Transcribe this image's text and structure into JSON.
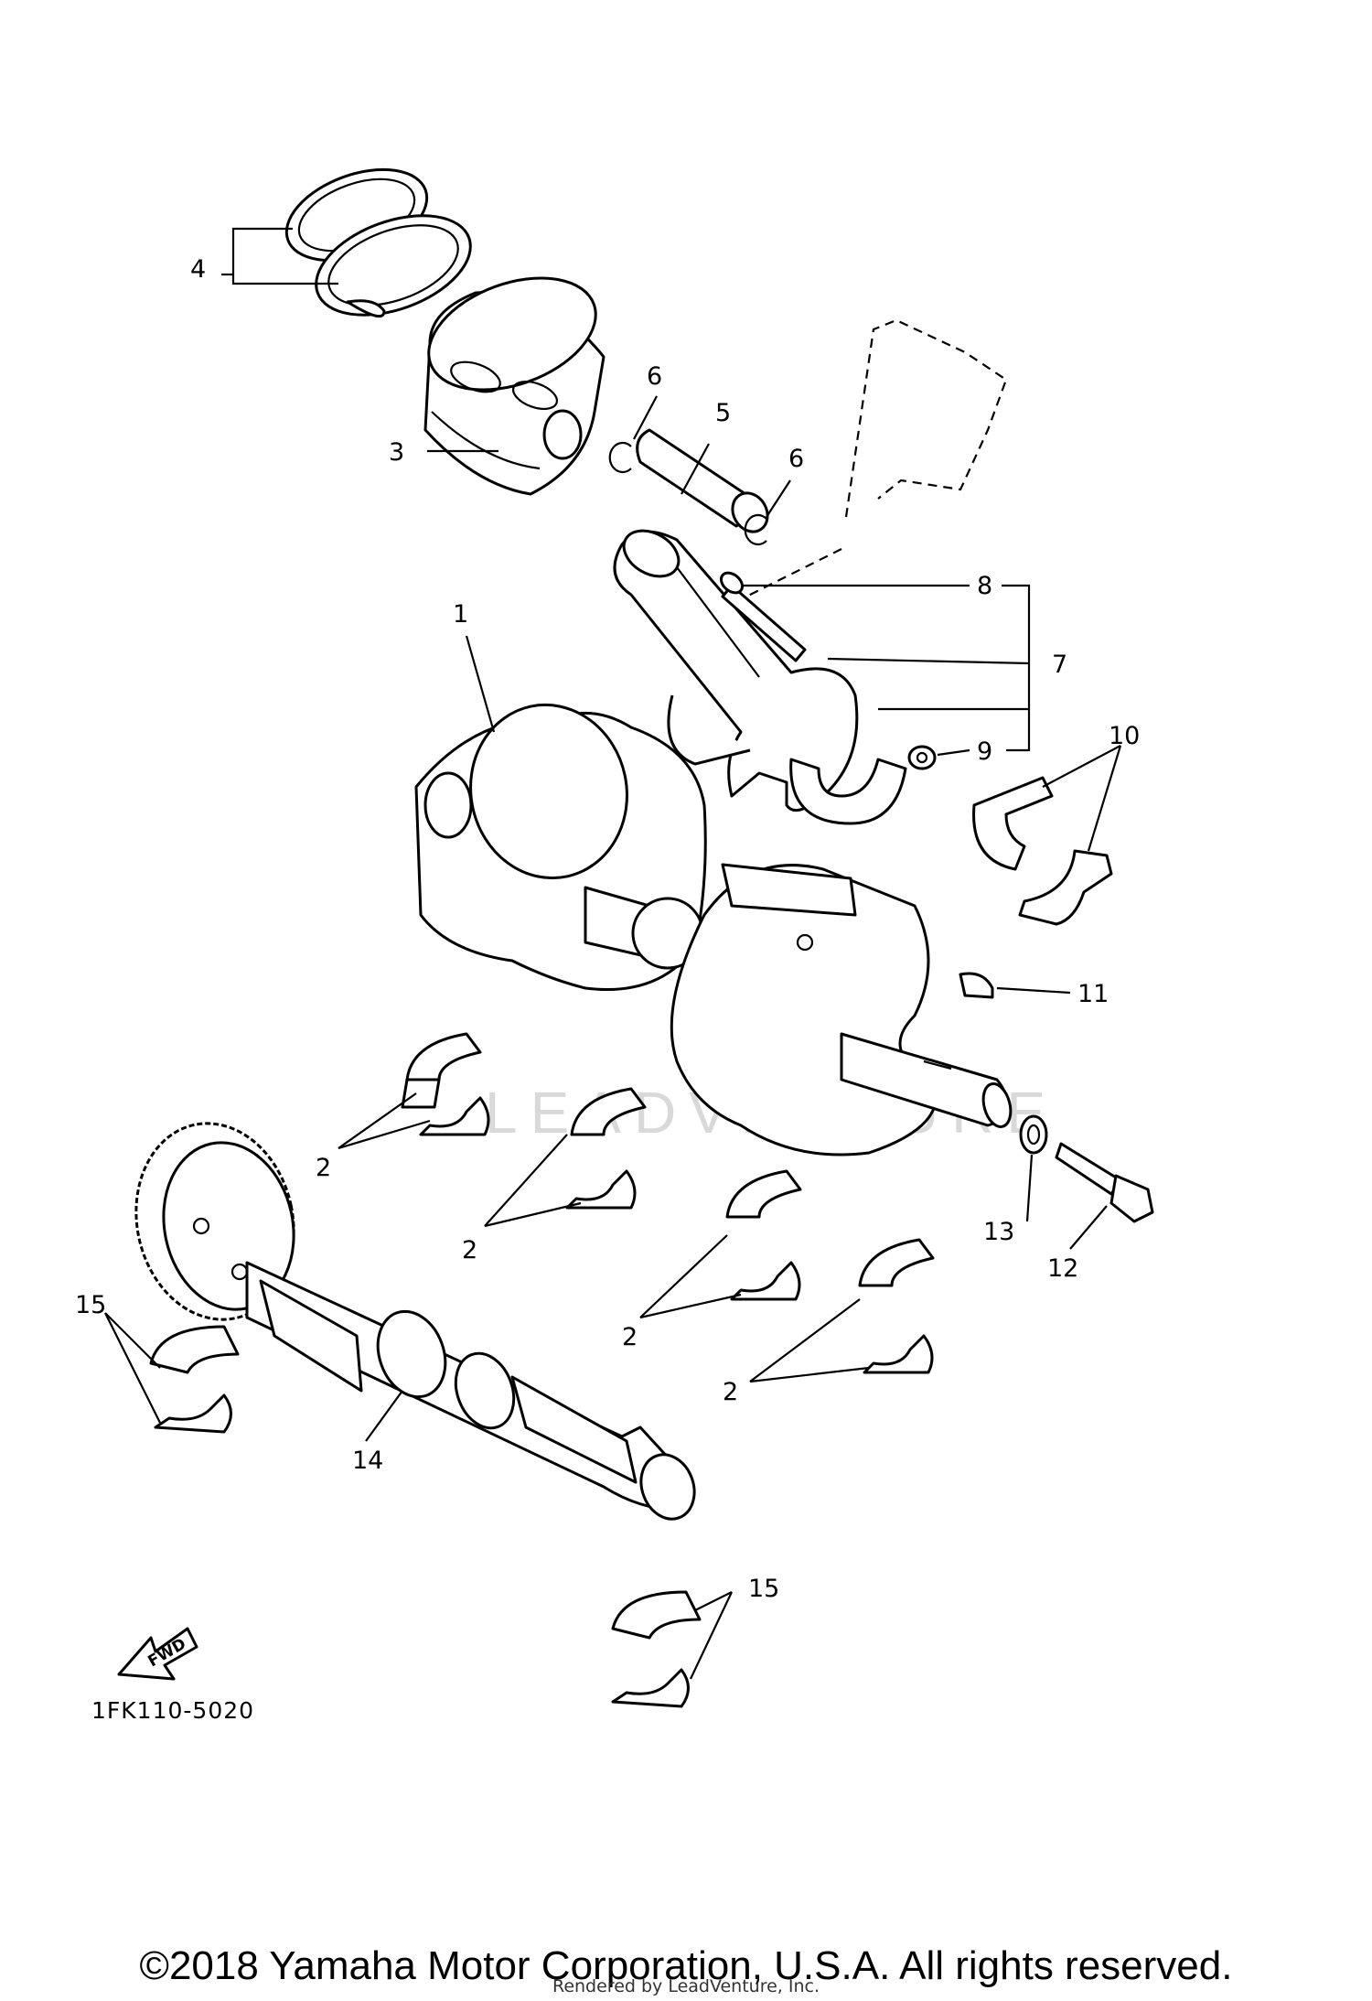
{
  "diagram_code": "1FK110-5020",
  "fwd_label": "FWD",
  "watermark": "LEADVENTURE",
  "copyright": "©2018 Yamaha Motor Corporation, U.S.A. All rights reserved.",
  "rendered_by": "Rendered by LeadVenture, Inc.",
  "callouts": {
    "c1": "1",
    "c2a": "2",
    "c2b": "2",
    "c2c": "2",
    "c2d": "2",
    "c3": "3",
    "c4": "4",
    "c5": "5",
    "c6a": "6",
    "c6b": "6",
    "c7": "7",
    "c8": "8",
    "c9": "9",
    "c10": "10",
    "c11": "11",
    "c12": "12",
    "c13": "13",
    "c14": "14",
    "c15a": "15",
    "c15b": "15"
  }
}
